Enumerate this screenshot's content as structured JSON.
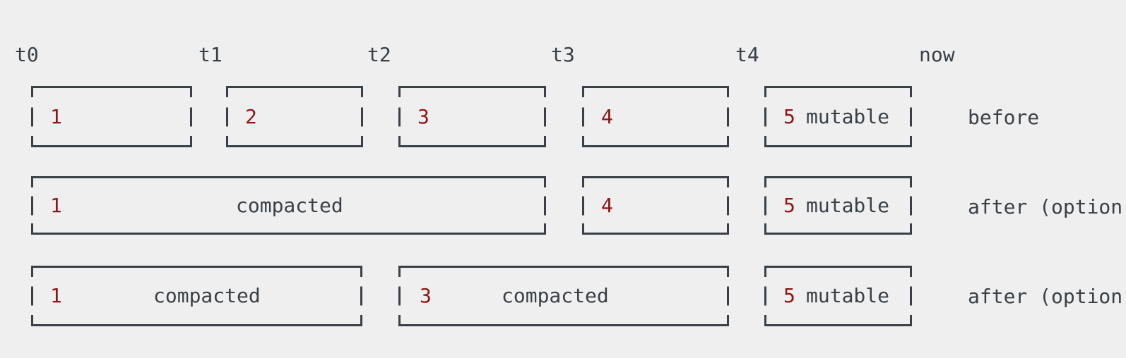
{
  "diagram": {
    "colors": {
      "background": "#efefef",
      "stroke": "#3a4046",
      "text": "#3a4046",
      "number": "#8e1616"
    },
    "timeline": {
      "labels": [
        "t0",
        "t1",
        "t2",
        "t3",
        "t4",
        "now"
      ]
    },
    "rows": [
      {
        "label": "before",
        "segments": [
          {
            "num": "1",
            "word": ""
          },
          {
            "num": "2",
            "word": ""
          },
          {
            "num": "3",
            "word": ""
          },
          {
            "num": "4",
            "word": ""
          },
          {
            "num": "5",
            "word": "mutable"
          }
        ]
      },
      {
        "label": "after (option",
        "segments": [
          {
            "num": "1",
            "word": "compacted"
          },
          {
            "num": "4",
            "word": ""
          },
          {
            "num": "5",
            "word": "mutable"
          }
        ]
      },
      {
        "label": "after (option",
        "segments": [
          {
            "num": "1",
            "word": "compacted"
          },
          {
            "num": "3",
            "word": "compacted"
          },
          {
            "num": "5",
            "word": "mutable"
          }
        ]
      }
    ]
  }
}
